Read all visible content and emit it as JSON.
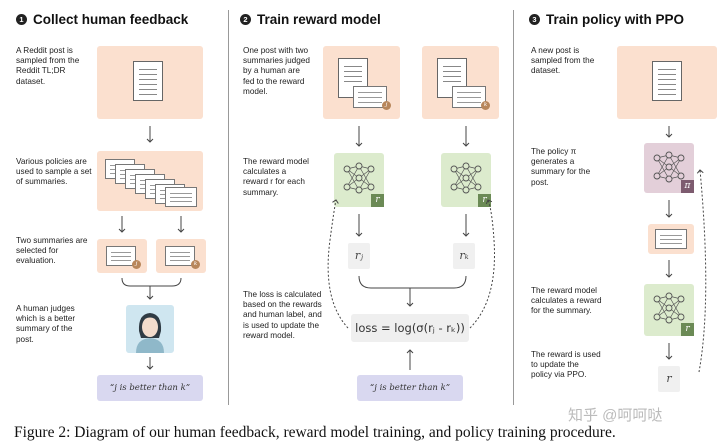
{
  "steps": [
    {
      "number": "1",
      "title": "Collect human feedback",
      "descriptions": [
        "A Reddit post is sampled from the Reddit TL;DR dataset.",
        "Various policies are used to sample a set of summaries.",
        "Two summaries are selected for evaluation.",
        "A human judges which is a better summary of the post."
      ],
      "badges": [
        "j",
        "k"
      ],
      "judgement": "“j is better than k”"
    },
    {
      "number": "2",
      "title": "Train reward model",
      "descriptions": [
        "One post with two summaries judged by a human are fed to the reward model.",
        "The reward model calculates a reward r for each summary.",
        "The loss is calculated based on the rewards and human label, and is used to update the reward model."
      ],
      "badges": [
        "j",
        "k"
      ],
      "model_label": "r",
      "rewards": [
        "rⱼ",
        "rₖ"
      ],
      "loss_formula": "loss = log(σ(rⱼ - rₖ))",
      "judgement": "“j is better than k”"
    },
    {
      "number": "3",
      "title": "Train policy with PPO",
      "descriptions": [
        "A new post is sampled from the dataset.",
        "The policy π generates a summary for the post.",
        "The reward model calculates a reward for the summary.",
        "The reward is used to update the policy via PPO."
      ],
      "policy_label": "π",
      "model_label": "r",
      "reward": "r"
    }
  ],
  "caption": "Figure 2: Diagram of our human feedback, reward model training, and policy training procedure.",
  "watermark": "知乎 @呵呵哒",
  "colors": {
    "doc_panel": "#fbe0cf",
    "model_panel": "#dcebcd",
    "policy_panel": "#e3cfd9",
    "judgement_panel": "#d9d8f0",
    "badge": "#b8865b",
    "model_corner": "#6b8a55",
    "policy_corner": "#7d5b6f"
  },
  "icons": [
    "document-icon",
    "summary-card-icon",
    "neural-network-icon",
    "human-judge-icon",
    "down-arrow-icon",
    "up-arrow-icon",
    "feedback-loop-arrow"
  ]
}
